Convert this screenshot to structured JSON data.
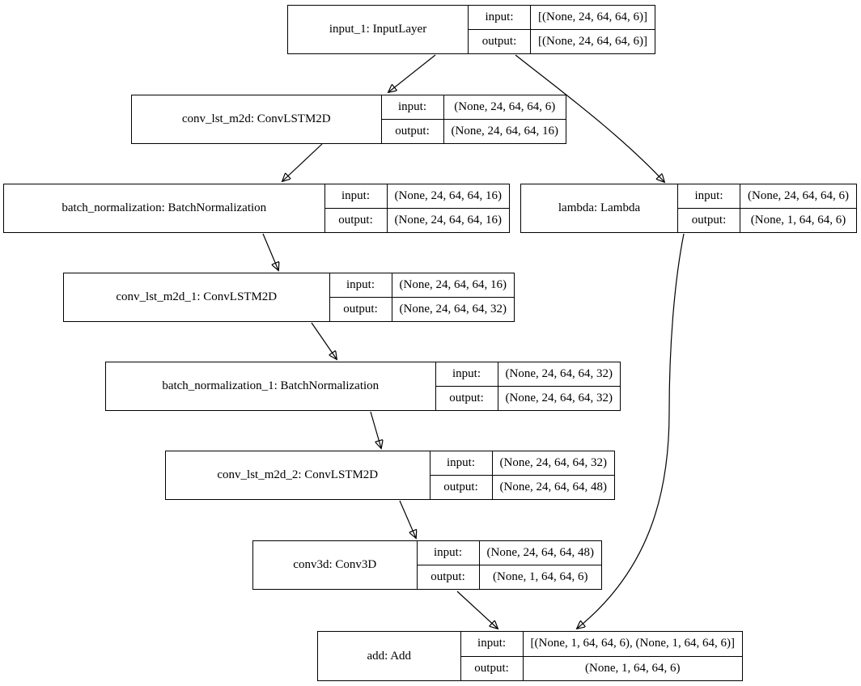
{
  "diagram": {
    "background_color": "#ffffff",
    "line_color": "#000000",
    "io_labels": {
      "input": "input:",
      "output": "output:"
    },
    "nodes": [
      {
        "id": "input_1",
        "label": "input_1: InputLayer",
        "input": "[(None, 24, 64, 64, 6)]",
        "output": "[(None, 24, 64, 64, 6)]"
      },
      {
        "id": "conv_lst_m2d",
        "label": "conv_lst_m2d: ConvLSTM2D",
        "input": "(None, 24, 64, 64, 6)",
        "output": "(None, 24, 64, 64, 16)"
      },
      {
        "id": "batch_normalization",
        "label": "batch_normalization: BatchNormalization",
        "input": "(None, 24, 64, 64, 16)",
        "output": "(None, 24, 64, 64, 16)"
      },
      {
        "id": "lambda",
        "label": "lambda: Lambda",
        "input": "(None, 24, 64, 64, 6)",
        "output": "(None, 1, 64, 64, 6)"
      },
      {
        "id": "conv_lst_m2d_1",
        "label": "conv_lst_m2d_1: ConvLSTM2D",
        "input": "(None, 24, 64, 64, 16)",
        "output": "(None, 24, 64, 64, 32)"
      },
      {
        "id": "batch_normalization_1",
        "label": "batch_normalization_1: BatchNormalization",
        "input": "(None, 24, 64, 64, 32)",
        "output": "(None, 24, 64, 64, 32)"
      },
      {
        "id": "conv_lst_m2d_2",
        "label": "conv_lst_m2d_2: ConvLSTM2D",
        "input": "(None, 24, 64, 64, 32)",
        "output": "(None, 24, 64, 64, 48)"
      },
      {
        "id": "conv3d",
        "label": "conv3d: Conv3D",
        "input": "(None, 24, 64, 64, 48)",
        "output": "(None, 1, 64, 64, 6)"
      },
      {
        "id": "add",
        "label": "add: Add",
        "input": "[(None, 1, 64, 64, 6), (None, 1, 64, 64, 6)]",
        "output": "(None, 1, 64, 64, 6)"
      }
    ],
    "edges": [
      {
        "from": "input_1",
        "to": "conv_lst_m2d"
      },
      {
        "from": "input_1",
        "to": "lambda"
      },
      {
        "from": "conv_lst_m2d",
        "to": "batch_normalization"
      },
      {
        "from": "batch_normalization",
        "to": "conv_lst_m2d_1"
      },
      {
        "from": "conv_lst_m2d_1",
        "to": "batch_normalization_1"
      },
      {
        "from": "batch_normalization_1",
        "to": "conv_lst_m2d_2"
      },
      {
        "from": "conv_lst_m2d_2",
        "to": "conv3d"
      },
      {
        "from": "conv3d",
        "to": "add"
      },
      {
        "from": "lambda",
        "to": "add"
      }
    ]
  }
}
